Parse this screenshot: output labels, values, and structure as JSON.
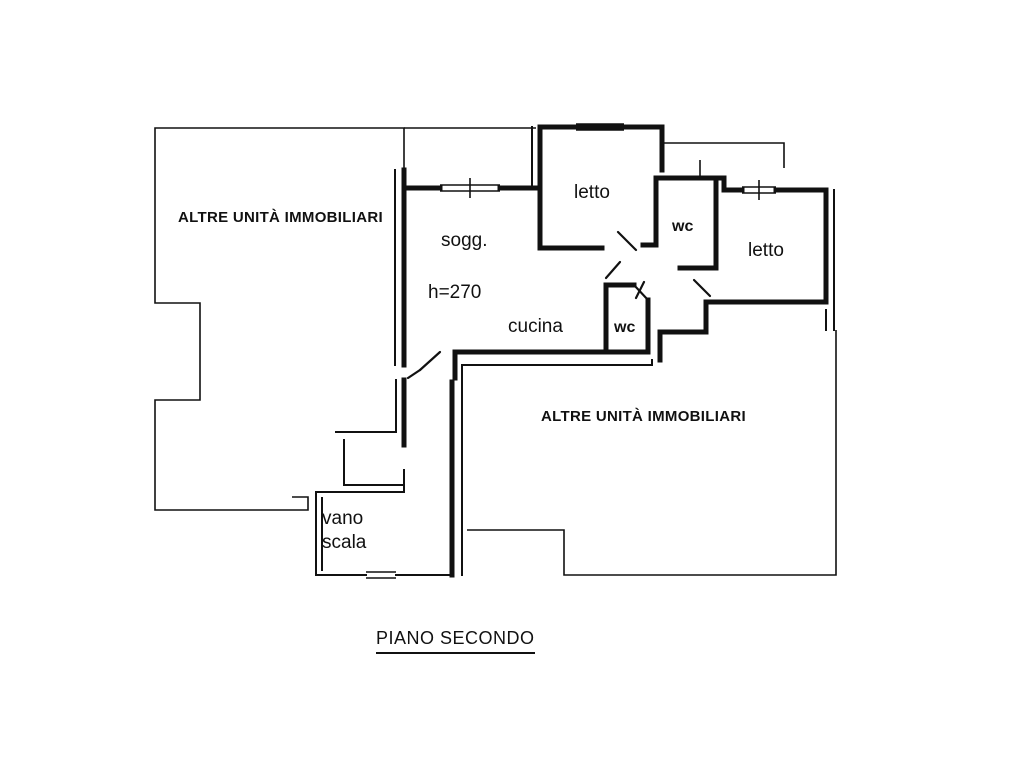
{
  "plan": {
    "rooms": {
      "other_units_left": "ALTRE UNITÀ IMMOBILIARI",
      "other_units_right": "ALTRE UNITÀ IMMOBILIARI",
      "soggiorno": "sogg.",
      "height": "h=270",
      "cucina": "cucina",
      "letto_1": "letto",
      "letto_2": "letto",
      "wc_1": "wc",
      "wc_2": "wc",
      "vano_scala_1": "vano",
      "vano_scala_2": "scala"
    },
    "floor_title": "PIANO SECONDO"
  }
}
